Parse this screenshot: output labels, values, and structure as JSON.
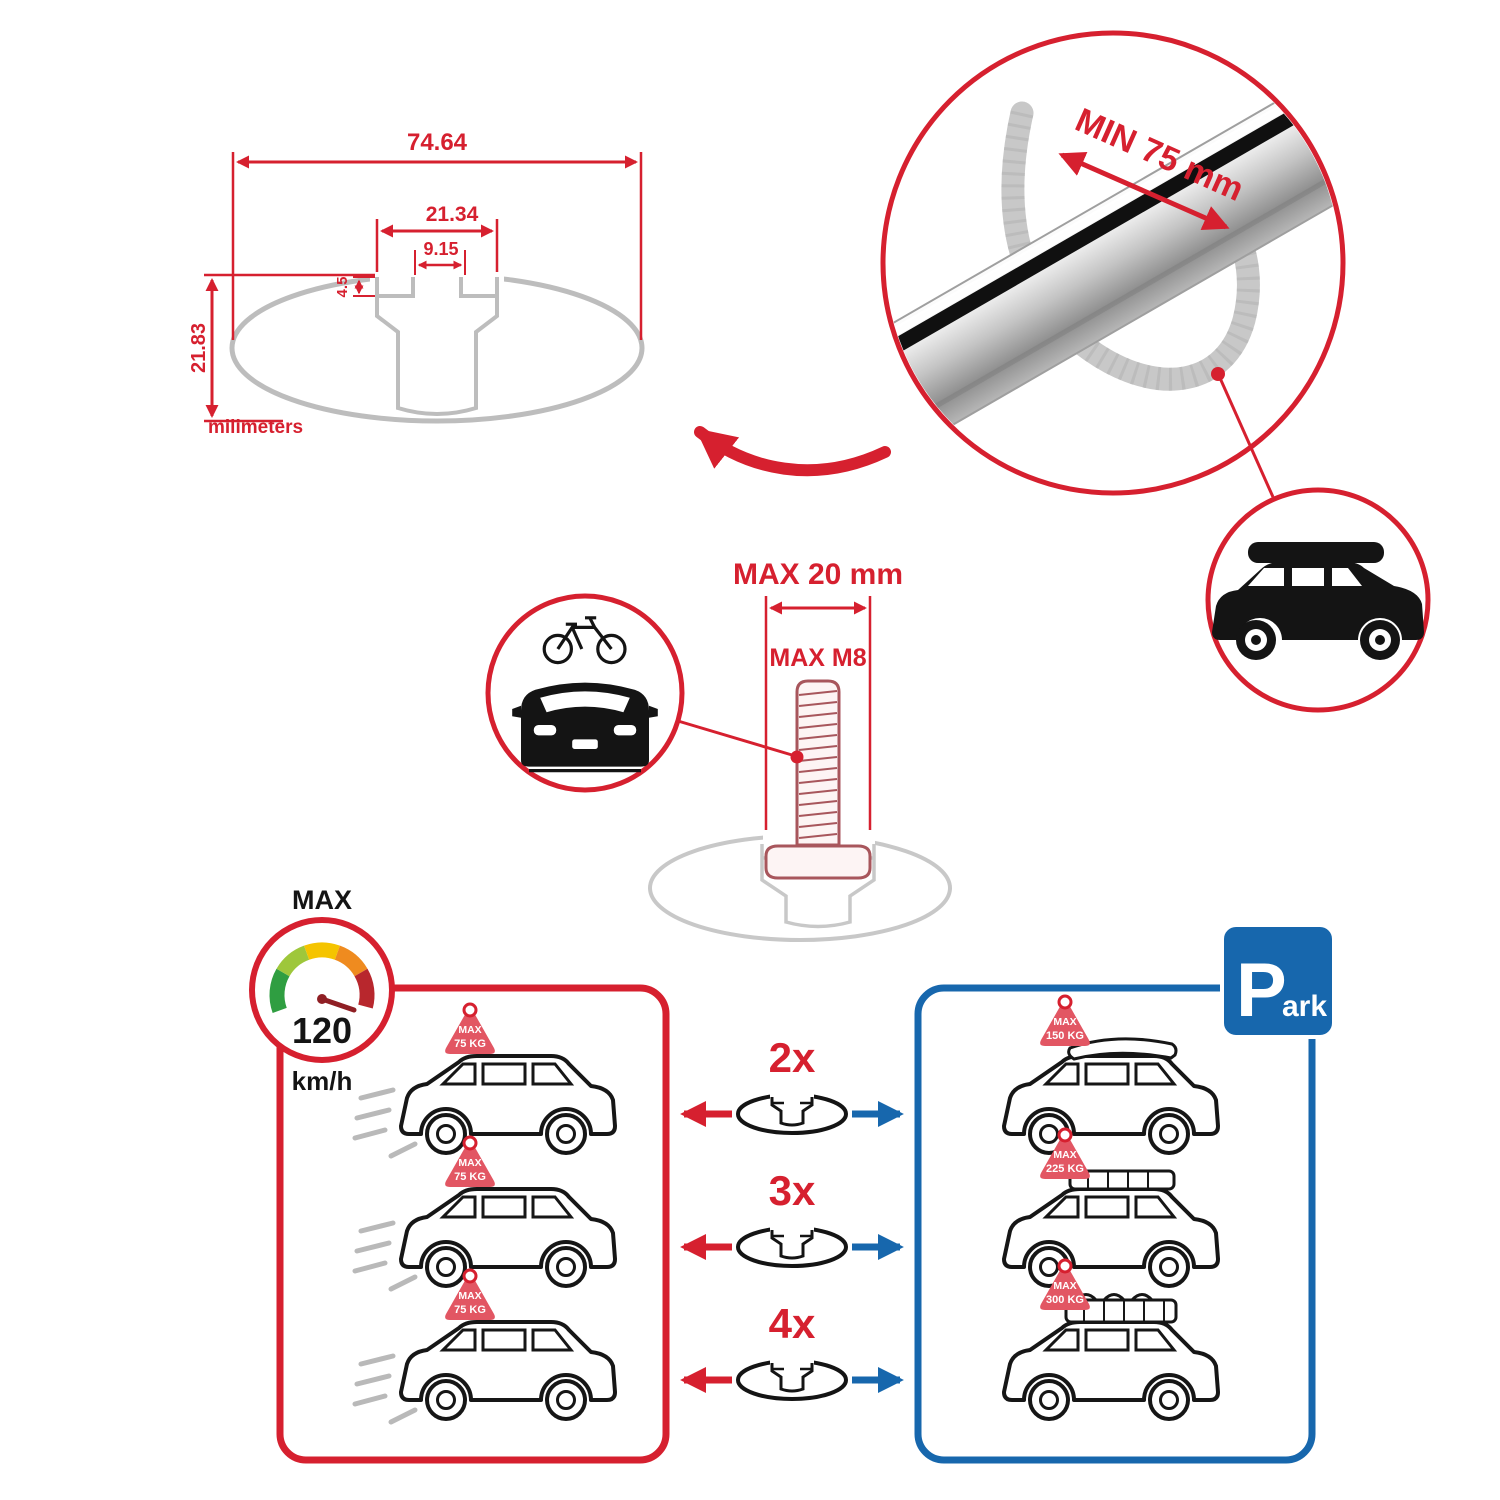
{
  "colors": {
    "accent_red": "#d6202f",
    "accent_blue": "#1767ad",
    "ghost_gray": "#c8c8c8",
    "line_black": "#161616"
  },
  "cross_section": {
    "dim_width": "74.64",
    "dim_slot_outer": "21.34",
    "dim_slot_inner": "9.15",
    "dim_lip": "4.5",
    "dim_height": "21.83",
    "units": "milimeters"
  },
  "bar": {
    "min_span": "MIN 75 mm"
  },
  "bolt": {
    "max_width": "MAX 20 mm",
    "max_thread": "MAX M8"
  },
  "speedometer": {
    "title": "MAX",
    "value": "120",
    "units": "km/h"
  },
  "park_sign": {
    "initial": "P",
    "rest": "ark"
  },
  "driving_cars": [
    {
      "badge_line1": "MAX",
      "badge_line2": "75 KG"
    },
    {
      "badge_line1": "MAX",
      "badge_line2": "75 KG"
    },
    {
      "badge_line1": "MAX",
      "badge_line2": "75 KG"
    }
  ],
  "parked_cars": [
    {
      "badge_line1": "MAX",
      "badge_line2": "150 KG"
    },
    {
      "badge_line1": "MAX",
      "badge_line2": "225 KG"
    },
    {
      "badge_line1": "MAX",
      "badge_line2": "300 KG"
    }
  ],
  "multipliers": [
    {
      "label": "2x"
    },
    {
      "label": "3x"
    },
    {
      "label": "4x"
    }
  ]
}
